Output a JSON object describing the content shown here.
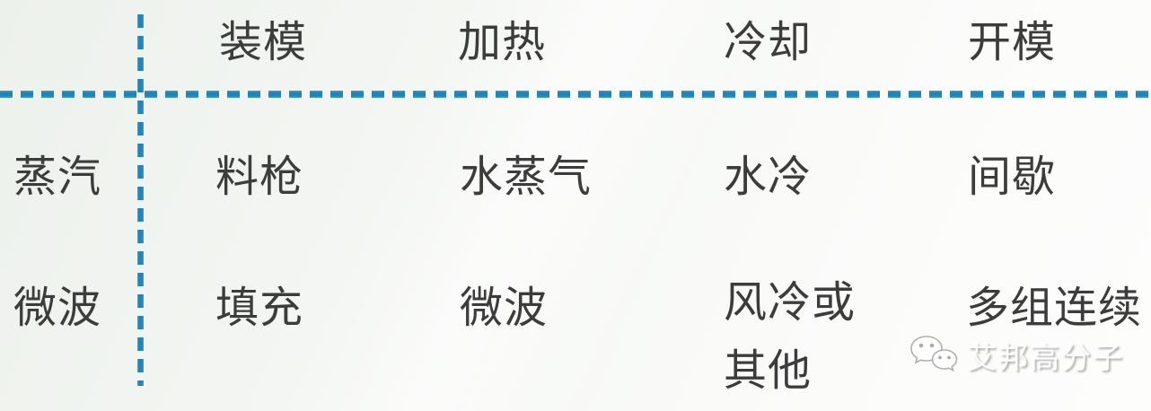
{
  "chart_data": {
    "type": "table",
    "title": "",
    "columns": [
      "",
      "装模",
      "加热",
      "冷却",
      "开模"
    ],
    "rows": [
      [
        "蒸汽",
        "料枪",
        "水蒸气",
        "水冷",
        "间歇"
      ],
      [
        "微波",
        "填充",
        "微波",
        "风冷或其他",
        "多组连续"
      ]
    ],
    "layout": {
      "row_label_column_divider": "vertical-blue-dashed-line",
      "header_divider": "horizontal-blue-dashed-line",
      "grid": "off"
    }
  },
  "watermark": {
    "icon": "wechat-icon",
    "label": "艾邦高分子"
  },
  "colors": {
    "dash_blue": "#1e82c3",
    "dash_teal_edge": "#43a89d",
    "text_dark": "#3c3c3c",
    "background_left": "#eef2ed",
    "background_right": "#fcfcfb"
  }
}
